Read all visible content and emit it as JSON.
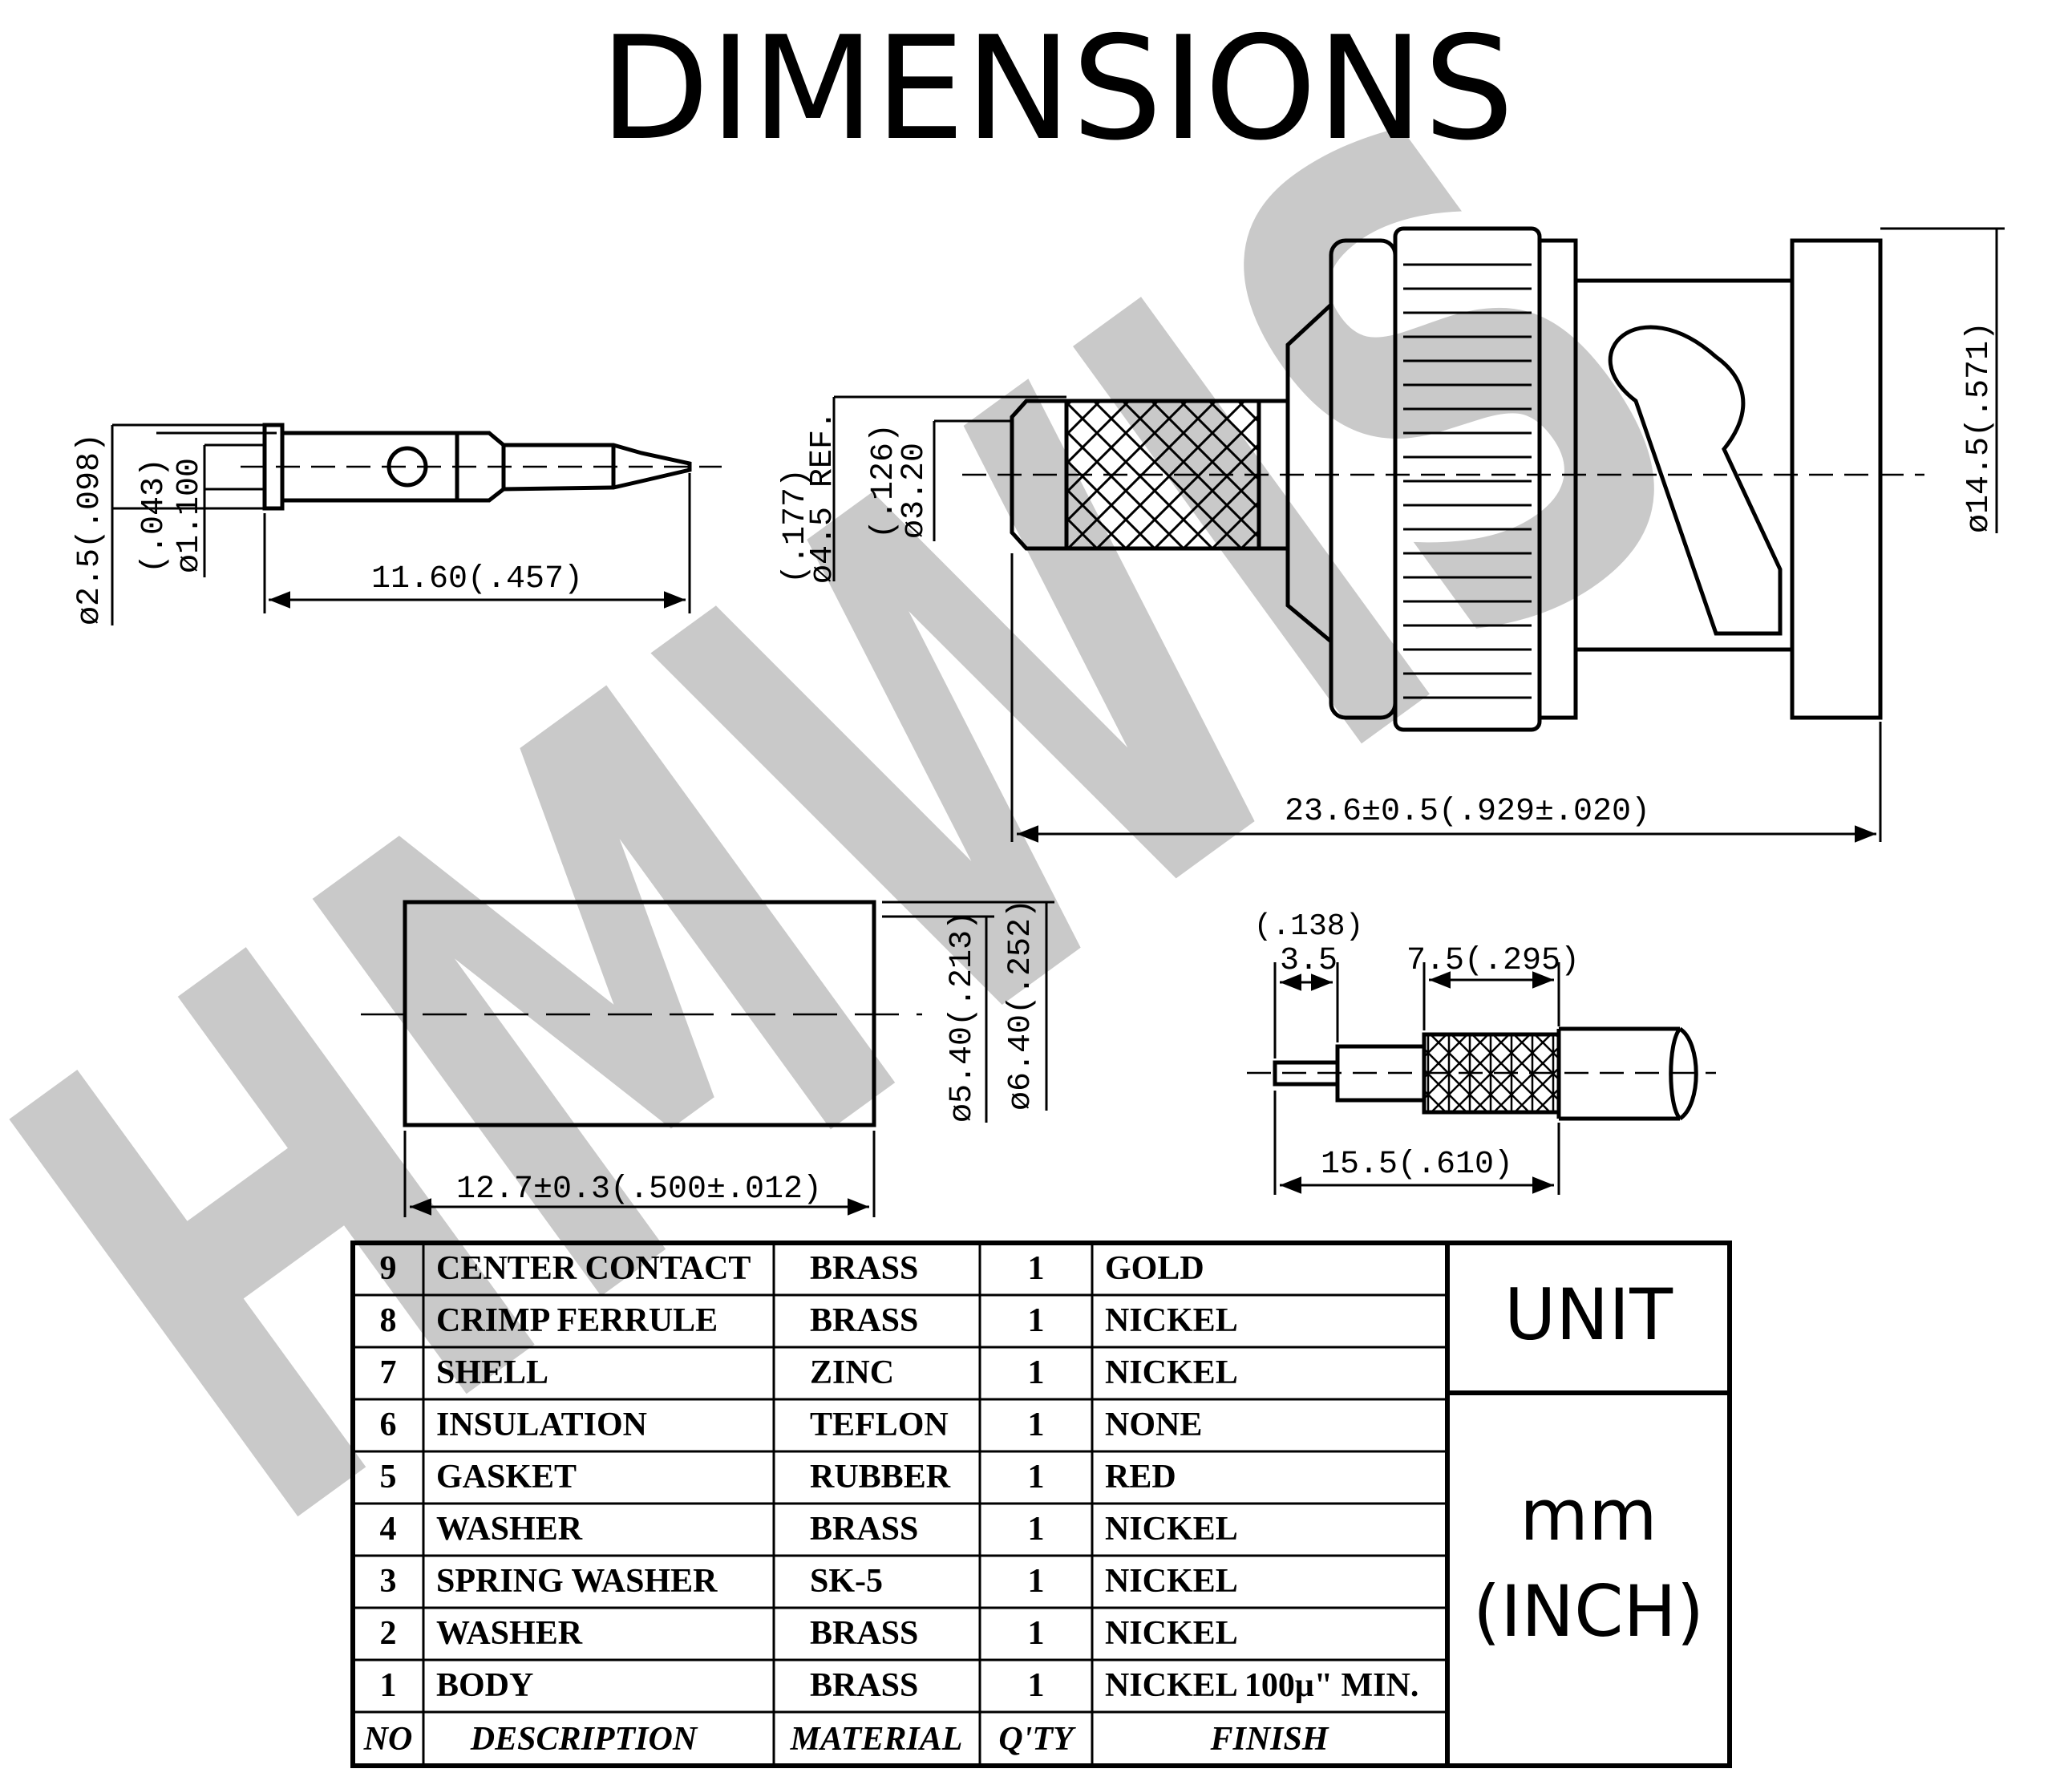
{
  "title": "DIMENSIONS",
  "watermark": "HMWIS",
  "pin": {
    "dia_outer": "ø2.5(.098)",
    "dia_inner_in": "(.043)",
    "dia_inner_mm": "ø1.100",
    "length": "11.60(.457)"
  },
  "connector": {
    "ref_in": "(.177)",
    "ref_mm": "ø4.5 REF.",
    "bore_in": "(.126)",
    "bore_mm": "ø3.20",
    "body_dia": "ø14.5(.571)",
    "length": "23.6±0.5(.929±.020)"
  },
  "ferrule": {
    "inner_dia": "ø5.40(.213)",
    "outer_dia": "ø6.40(.252)",
    "length": "12.7±0.3(.500±.012)"
  },
  "cable": {
    "strip_in": "(.138)",
    "strip_mm": "3.5",
    "braid": "7.5(.295)",
    "total": "15.5(.610)"
  },
  "bom": {
    "headers": [
      "NO",
      "DESCRIPTION",
      "MATERIAL",
      "Q'TY",
      "FINISH"
    ],
    "rows": [
      [
        "9",
        "CENTER  CONTACT",
        "BRASS",
        "1",
        "GOLD"
      ],
      [
        "8",
        "CRIMP  FERRULE",
        "BRASS",
        "1",
        "NICKEL"
      ],
      [
        "7",
        "SHELL",
        "ZINC",
        "1",
        "NICKEL"
      ],
      [
        "6",
        "INSULATION",
        "TEFLON",
        "1",
        "NONE"
      ],
      [
        "5",
        "GASKET",
        "RUBBER",
        "1",
        "RED"
      ],
      [
        "4",
        "WASHER",
        "BRASS",
        "1",
        "NICKEL"
      ],
      [
        "3",
        "SPRING  WASHER",
        "SK-5",
        "1",
        "NICKEL"
      ],
      [
        "2",
        "WASHER",
        "BRASS",
        "1",
        "NICKEL"
      ],
      [
        "1",
        "BODY",
        "BRASS",
        "1",
        "NICKEL  100μ\" MIN."
      ]
    ]
  },
  "unit": {
    "label": "UNIT",
    "value_line1": "mm",
    "value_line2": "(INCH)"
  },
  "colors": {
    "line": "#000000",
    "watermark": "#c9c9c9",
    "background": "#ffffff"
  }
}
